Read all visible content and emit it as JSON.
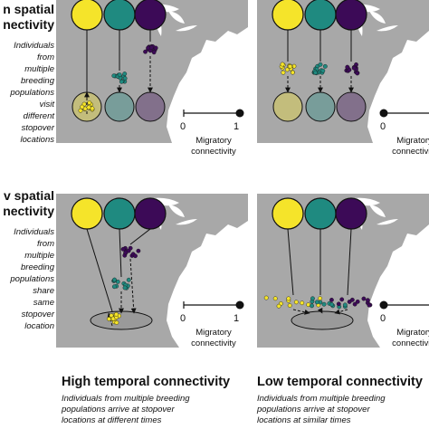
{
  "rows": [
    {
      "title": "n spatial\nnectivity",
      "desc": "Individuals from\nmultiple breeding\npopulations visit\ndifferent stopover\nlocations"
    },
    {
      "title": "v spatial\nnectivity",
      "desc": "Individuals from\nmultiple breeding\npopulations share\nsame stopover\nlocation"
    }
  ],
  "columns": [
    {
      "title": "High temporal connectivity",
      "desc": "Individuals from multiple breeding\npopulations arrive at stopover\nlocations at different times"
    },
    {
      "title": "Low temporal connectivity",
      "desc": "Individuals from multiple breeding\npopulations arrive at stopover\nlocations at similar times"
    }
  ],
  "scale": {
    "min": "0",
    "max": "1",
    "label": "Migratory\nconnectivity"
  },
  "colors": {
    "yellow": "#f5e42a",
    "teal": "#1f8a80",
    "purple": "#3c0a57",
    "land": "#a8a8a8",
    "lake": "#ffffff"
  }
}
